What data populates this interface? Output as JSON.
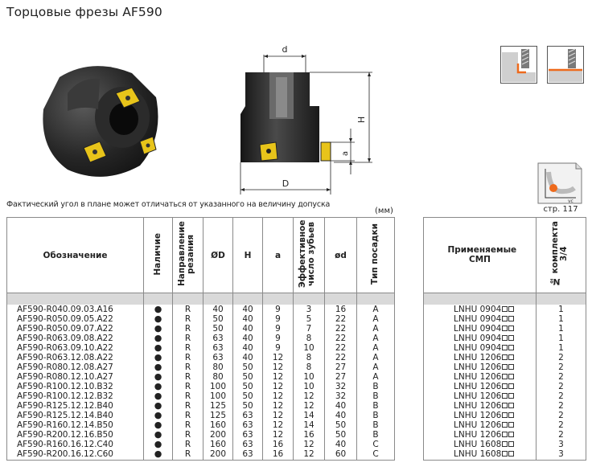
{
  "title": "Торцовые фрезы AF590",
  "note": "Фактический угол в плане может отличаться от указанного на величину допуска",
  "unit": "(мм)",
  "ref_page": "стр. 117",
  "drawing": {
    "d": "d",
    "H": "H",
    "a": "a",
    "D": "D"
  },
  "ref_icon": {
    "vc": "vc"
  },
  "main_table": {
    "headers": [
      "Обозначение",
      "Наличие",
      "Направление резания",
      "ØD",
      "H",
      "a",
      "Эффективное число зубьев",
      "ød",
      "Тип посадки"
    ],
    "rows": [
      [
        "AF590-R040.09.03.A16",
        "●",
        "R",
        "40",
        "40",
        "9",
        "3",
        "16",
        "A"
      ],
      [
        "AF590-R050.09.05.A22",
        "●",
        "R",
        "50",
        "40",
        "9",
        "5",
        "22",
        "A"
      ],
      [
        "AF590-R050.09.07.A22",
        "●",
        "R",
        "50",
        "40",
        "9",
        "7",
        "22",
        "A"
      ],
      [
        "AF590-R063.09.08.A22",
        "●",
        "R",
        "63",
        "40",
        "9",
        "8",
        "22",
        "A"
      ],
      [
        "AF590-R063.09.10.A22",
        "●",
        "R",
        "63",
        "40",
        "9",
        "10",
        "22",
        "A"
      ],
      [
        "AF590-R063.12.08.A22",
        "●",
        "R",
        "63",
        "40",
        "12",
        "8",
        "22",
        "A"
      ],
      [
        "AF590-R080.12.08.A27",
        "●",
        "R",
        "80",
        "50",
        "12",
        "8",
        "27",
        "A"
      ],
      [
        "AF590-R080.12.10.A27",
        "●",
        "R",
        "80",
        "50",
        "12",
        "10",
        "27",
        "A"
      ],
      [
        "AF590-R100.12.10.B32",
        "●",
        "R",
        "100",
        "50",
        "12",
        "10",
        "32",
        "B"
      ],
      [
        "AF590-R100.12.12.B32",
        "●",
        "R",
        "100",
        "50",
        "12",
        "12",
        "32",
        "B"
      ],
      [
        "AF590-R125.12.12.B40",
        "●",
        "R",
        "125",
        "50",
        "12",
        "12",
        "40",
        "B"
      ],
      [
        "AF590-R125.12.14.B40",
        "●",
        "R",
        "125",
        "63",
        "12",
        "14",
        "40",
        "B"
      ],
      [
        "AF590-R160.12.14.B50",
        "●",
        "R",
        "160",
        "63",
        "12",
        "14",
        "50",
        "B"
      ],
      [
        "AF590-R200.12.16.B50",
        "●",
        "R",
        "200",
        "63",
        "12",
        "16",
        "50",
        "B"
      ],
      [
        "AF590-R160.16.12.C40",
        "●",
        "R",
        "160",
        "63",
        "16",
        "12",
        "40",
        "C"
      ],
      [
        "AF590-R200.16.12.C60",
        "●",
        "R",
        "200",
        "63",
        "16",
        "12",
        "60",
        "C"
      ]
    ]
  },
  "smp_table": {
    "headers": [
      "Применяемые СМП",
      "№ комплекта 3/4"
    ],
    "rows": [
      [
        "LNHU 0904",
        "1"
      ],
      [
        "LNHU 0904",
        "1"
      ],
      [
        "LNHU 0904",
        "1"
      ],
      [
        "LNHU 0904",
        "1"
      ],
      [
        "LNHU 0904",
        "1"
      ],
      [
        "LNHU 1206",
        "2"
      ],
      [
        "LNHU 1206",
        "2"
      ],
      [
        "LNHU 1206",
        "2"
      ],
      [
        "LNHU 1206",
        "2"
      ],
      [
        "LNHU 1206",
        "2"
      ],
      [
        "LNHU 1206",
        "2"
      ],
      [
        "LNHU 1206",
        "2"
      ],
      [
        "LNHU 1206",
        "2"
      ],
      [
        "LNHU 1206",
        "2"
      ],
      [
        "LNHU 1608",
        "3"
      ],
      [
        "LNHU 1608",
        "3"
      ]
    ]
  },
  "colors": {
    "insert": "#e8c41a",
    "body": "#2a2a2a",
    "accent": "#ee6a1c",
    "header_band": "#d9d9d9"
  }
}
